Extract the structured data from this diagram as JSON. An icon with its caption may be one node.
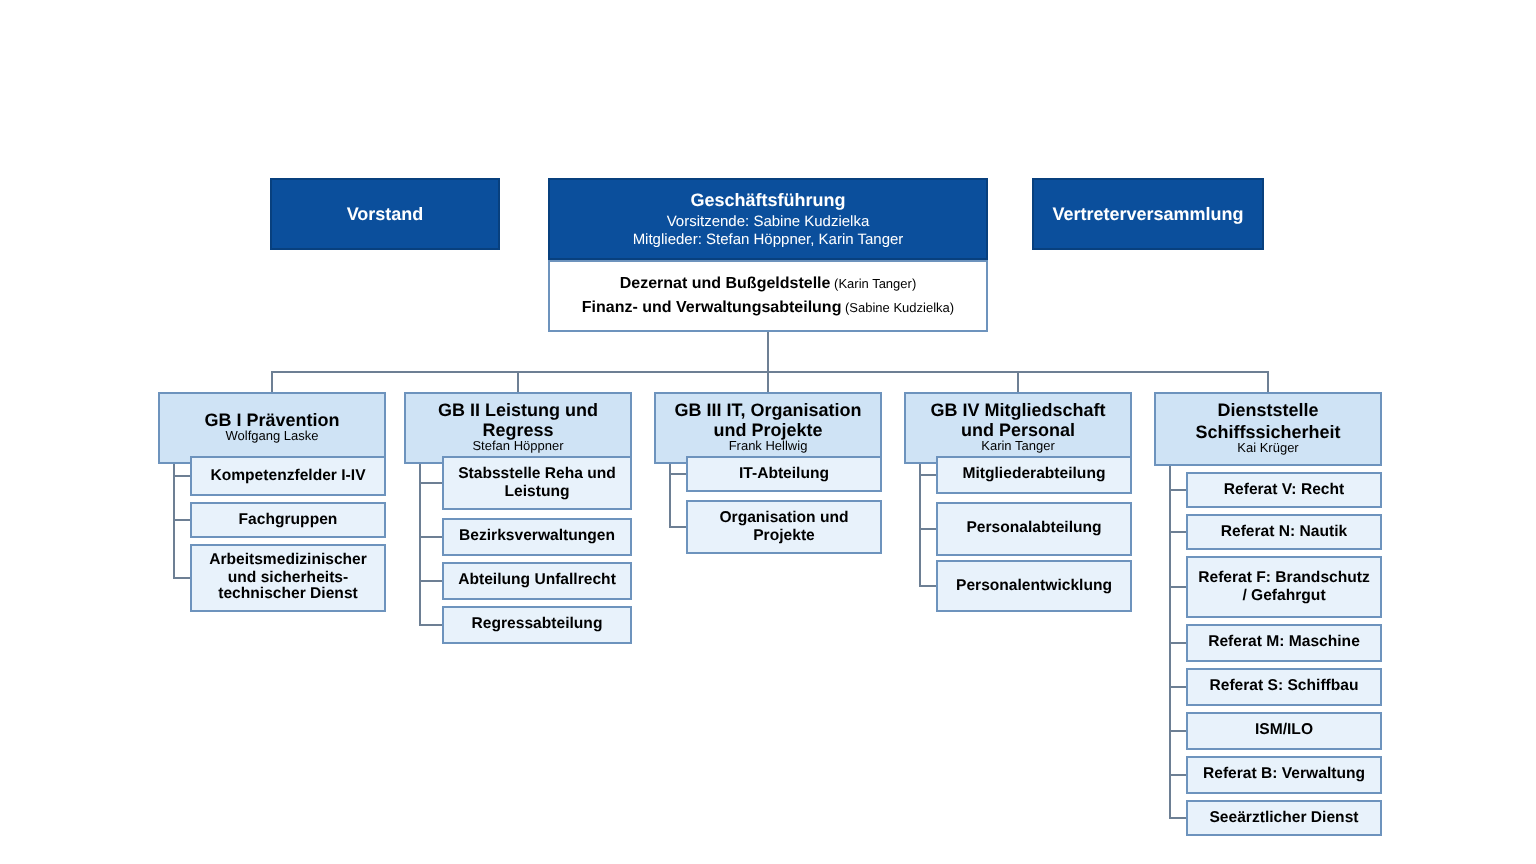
{
  "diagram": {
    "nodes": [
      {
        "text": [
          "Vorstand"
        ]
      },
      {
        "text": [
          "Geschäftsführung",
          "Vorsitzende: Sabine Kudzielka",
          "Mitglieder: Stefan Höppner, Karin Tanger"
        ]
      },
      {
        "text": [
          "**Dezernat und Bußgeldstelle** (Karin Tanger)",
          "**Finanz- und Verwaltungsabteilung** (Sabine Kudzielka)"
        ]
      },
      {
        "text": [
          "Vertreterversammlung"
        ]
      },
      {
        "text": [
          "GB I Prävention",
          "Wolfgang Laske"
        ]
      },
      {
        "text": [
          "Kompetenzfelder I-IV"
        ]
      },
      {
        "text": [
          "Fachgruppen"
        ]
      },
      {
        "text": [
          "Arbeitsmedizinischer und sicherheits- technischer Dienst"
        ]
      },
      {
        "text": [
          "GB II Leistung und Regress",
          "Stefan Höppner"
        ]
      },
      {
        "text": [
          "Stabsstelle Reha und Leistung"
        ]
      },
      {
        "text": [
          "Bezirksverwaltungen"
        ]
      },
      {
        "text": [
          "Abteilung Unfallrecht"
        ]
      },
      {
        "text": [
          "Regressabteilung"
        ]
      },
      {
        "text": [
          "GB III IT, Organisation und Projekte",
          "Frank Hellwig"
        ]
      },
      {
        "text": [
          "IT-Abteilung"
        ]
      },
      {
        "text": [
          "Organisation und Projekte"
        ]
      },
      {
        "text": [
          "GB IV Mitgliedschaft und Personal",
          "Karin Tanger"
        ]
      },
      {
        "text": [
          "Mitgliederabteilung"
        ]
      },
      {
        "text": [
          "Personalabteilung"
        ]
      },
      {
        "text": [
          "Personalentwicklung"
        ]
      },
      {
        "text": [
          "Dienststelle Schiffssicherheit",
          "Kai Krüger"
        ]
      },
      {
        "text": [
          "Referat V: Recht"
        ]
      },
      {
        "text": [
          "Referat N: Nautik"
        ]
      },
      {
        "text": [
          "Referat F: Brandschutz / Gefahrgut"
        ]
      },
      {
        "text": [
          "Referat M: Maschine"
        ]
      },
      {
        "text": [
          "Referat S: Schiffbau"
        ]
      },
      {
        "text": [
          "ISM/ILO"
        ]
      },
      {
        "text": [
          "Referat B: Verwaltung"
        ]
      },
      {
        "text": [
          "Seeärztlicher Dienst"
        ]
      }
    ],
    "edges": [
      {
        "from": 2,
        "to": 4,
        "arrow": "none"
      },
      {
        "from": 2,
        "to": 8,
        "arrow": "none"
      },
      {
        "from": 2,
        "to": 13,
        "arrow": "none"
      },
      {
        "from": 2,
        "to": 16,
        "arrow": "none"
      },
      {
        "from": 2,
        "to": 20,
        "arrow": "none"
      },
      {
        "from": 4,
        "to": 5,
        "arrow": "none"
      },
      {
        "from": 4,
        "to": 6,
        "arrow": "none"
      },
      {
        "from": 4,
        "to": 7,
        "arrow": "none"
      },
      {
        "from": 8,
        "to": 9,
        "arrow": "none"
      },
      {
        "from": 8,
        "to": 10,
        "arrow": "none"
      },
      {
        "from": 8,
        "to": 11,
        "arrow": "none"
      },
      {
        "from": 8,
        "to": 12,
        "arrow": "none"
      },
      {
        "from": 13,
        "to": 14,
        "arrow": "none"
      },
      {
        "from": 13,
        "to": 15,
        "arrow": "none"
      },
      {
        "from": 16,
        "to": 17,
        "arrow": "none"
      },
      {
        "from": 16,
        "to": 18,
        "arrow": "none"
      },
      {
        "from": 16,
        "to": 19,
        "arrow": "none"
      },
      {
        "from": 20,
        "to": 21,
        "arrow": "none"
      },
      {
        "from": 20,
        "to": 22,
        "arrow": "none"
      },
      {
        "from": 20,
        "to": 23,
        "arrow": "none"
      },
      {
        "from": 20,
        "to": 24,
        "arrow": "none"
      },
      {
        "from": 20,
        "to": 25,
        "arrow": "none"
      },
      {
        "from": 20,
        "to": 26,
        "arrow": "none"
      },
      {
        "from": 20,
        "to": 27,
        "arrow": "none"
      },
      {
        "from": 20,
        "to": 28,
        "arrow": "none"
      }
    ]
  }
}
